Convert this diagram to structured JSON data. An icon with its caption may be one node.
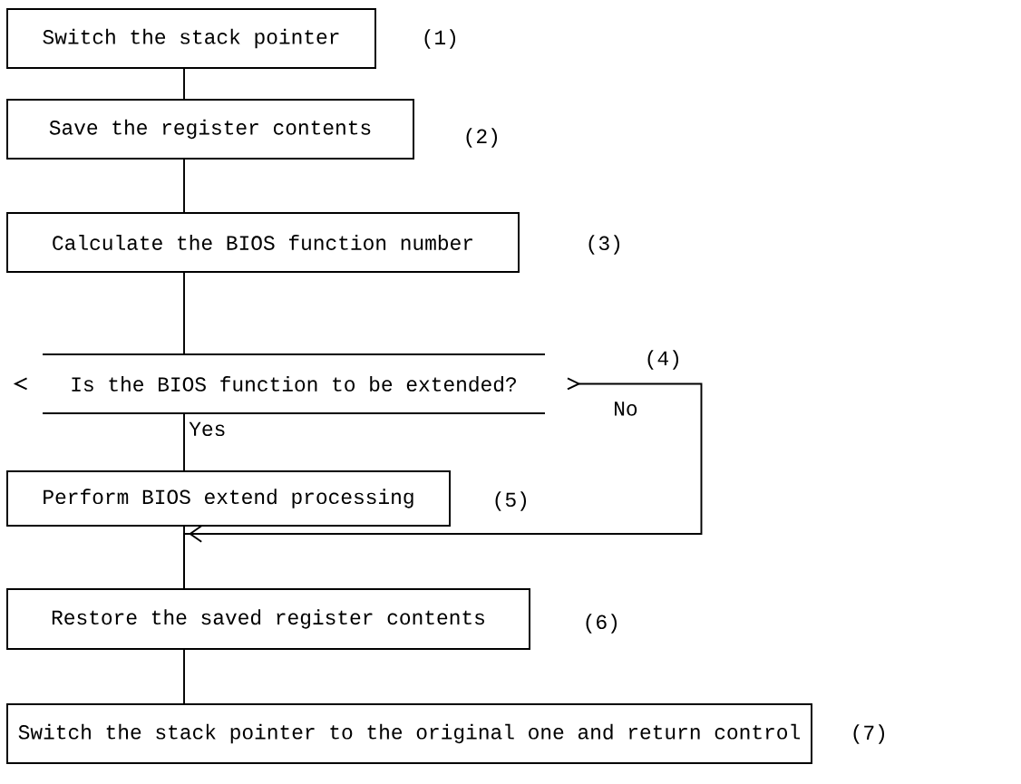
{
  "diagram": {
    "nodes": [
      {
        "text": [
          "Switch the stack pointer"
        ],
        "beside": [
          "(1)"
        ]
      },
      {
        "text": [
          "Save the register contents"
        ],
        "beside": [
          "(2)"
        ]
      },
      {
        "text": [
          "Calculate the BIOS function number"
        ],
        "beside": [
          "(3)"
        ]
      },
      {
        "text": [
          "Is the BIOS function to be extended?"
        ],
        "beside": [
          "(4)"
        ]
      },
      {
        "text": [
          "Perform BIOS extend processing"
        ],
        "beside": [
          "(5)"
        ]
      },
      {
        "text": [
          "Restore the saved register contents"
        ],
        "beside": [
          "(6)"
        ]
      },
      {
        "text": [
          "Switch the stack pointer to the original one and return control"
        ],
        "beside": [
          "(7)"
        ]
      }
    ],
    "edges": [
      {
        "from": 0,
        "to": 1,
        "arrow": "none"
      },
      {
        "from": 1,
        "to": 2,
        "arrow": "none"
      },
      {
        "from": 2,
        "to": 3,
        "arrow": "none"
      },
      {
        "from": 3,
        "to": 4,
        "arrow": "none",
        "label": "Yes"
      },
      {
        "from": 4,
        "to": 5,
        "arrow": "none"
      },
      {
        "from": 3,
        "to": 5,
        "arrow": "to",
        "label": "No"
      },
      {
        "from": 5,
        "to": 6,
        "arrow": "none"
      }
    ]
  }
}
